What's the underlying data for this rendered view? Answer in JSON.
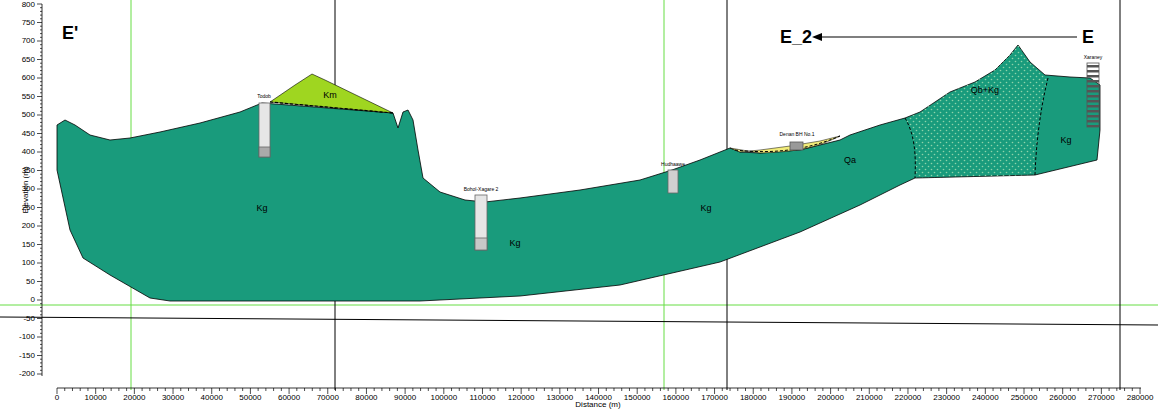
{
  "diagram": {
    "labels": [
      "E'",
      "E_2",
      "E",
      "Km",
      "Kg",
      "Kg",
      "Kg",
      "Kg",
      "Qb+Kg",
      "Qa",
      "Todob",
      "Bohol-Xagare 2",
      "Hudhaawe",
      "Denan BH No.1",
      "Xaraney",
      "Elevation (m)",
      "Distance (m)",
      "800",
      "750",
      "700",
      "650",
      "600",
      "550",
      "500",
      "450",
      "400",
      "350",
      "300",
      "250",
      "200",
      "150",
      "100",
      "50",
      "0",
      "-50",
      "-100",
      "-150",
      "-200",
      "0",
      "10000",
      "20000",
      "30000",
      "40000",
      "50000",
      "60000",
      "70000",
      "80000",
      "90000",
      "100000",
      "110000",
      "120000",
      "130000",
      "140000",
      "150000",
      "160000",
      "170000",
      "180000",
      "190000",
      "200000",
      "210000",
      "220000",
      "230000",
      "240000",
      "250000",
      "260000",
      "270000",
      "280000"
    ]
  }
}
